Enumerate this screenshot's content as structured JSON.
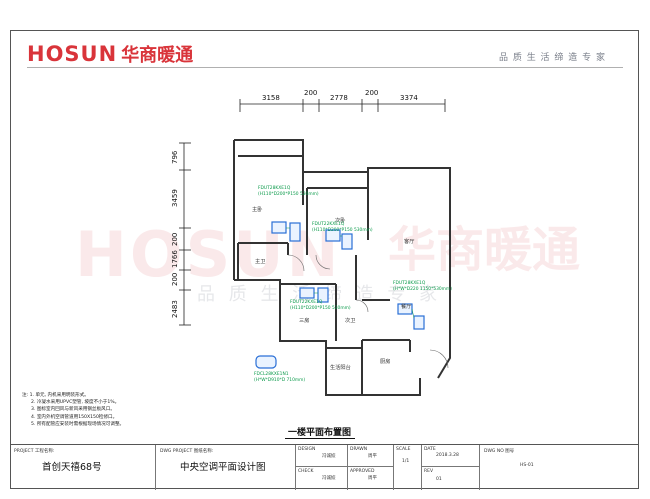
{
  "brand": {
    "name_en": "HOSUN",
    "name_cn": "华商暖通",
    "slogan": "品 质 生 活 缔 造 专 家",
    "colors": {
      "brand_red": "#d9343a",
      "unit_green": "#0a9a4a",
      "duct_blue": "#2a6fd6"
    }
  },
  "watermark": {
    "en": "HOSUN",
    "cn": "华商暖通",
    "sub": "品 质 生 活 缔 造 专 家"
  },
  "dimensions": {
    "top": [
      "3158",
      "200",
      "2778",
      "200",
      "3374"
    ],
    "left": [
      "796",
      "3459",
      "200",
      "1766",
      "200",
      "2483"
    ]
  },
  "rooms": {
    "master_bedroom": "主卧",
    "master_bath": "主卫",
    "second_bedroom": "次卧",
    "living_room": "客厅",
    "dining_room": "餐厅",
    "third_room": "三房",
    "second_bath": "次卫",
    "kitchen": "厨房",
    "balcony": "生活阳台"
  },
  "units": [
    {
      "model": "FDUT28KXE1Q",
      "spec": "(H110*D200*P150 530mm)"
    },
    {
      "model": "FDUT22KXE1Q",
      "spec": "(H110*D200*P150 530mm)"
    },
    {
      "model": "FDUT28KXE1Q",
      "spec": "(H*W*D220 1150*530mm)"
    },
    {
      "model": "FDUT22KXE1Q",
      "spec": "(H110*D200*P150 530mm)"
    },
    {
      "model": "FDCL28KXE1N1",
      "spec": "(H*W*D910*D 710mm)"
    }
  ],
  "notes": [
    "注: 1. 单元, 内机采用明装形式。",
    "2. 冷凝水采用UPVC塑管, 坡度不小于1%。",
    "3. 图标室内回风与新风采用钢丝板风口。",
    "4. 室内外机空调管道用150X150检修口。",
    "5. 所有配管应安装时需根据现场情况可调整。"
  ],
  "plan_title": "一楼平面布置图",
  "title_block": {
    "project_label": "PROJECT 工程名称:",
    "project_name": "首创天禧68号",
    "drawing_label": "DWG PROJECT 图纸名称:",
    "drawing_name": "中央空调平面设计图",
    "designed_label": "DESIGN",
    "designed_by": "冯诚姣",
    "checked_label": "CHECK",
    "checked_by": "冯诚姣",
    "drawn_label": "DRAWN",
    "drawn_by": "周平",
    "approved_label": "APPROVED",
    "approved_by": "周平",
    "scale_label": "SCALE",
    "scale": "1/1",
    "date_label": "DATE",
    "date": "2018.3.28",
    "dwg_no_label": "DWG NO 图号",
    "dwg_no": "HS-01",
    "rev_label": "REV",
    "rev": "01"
  }
}
